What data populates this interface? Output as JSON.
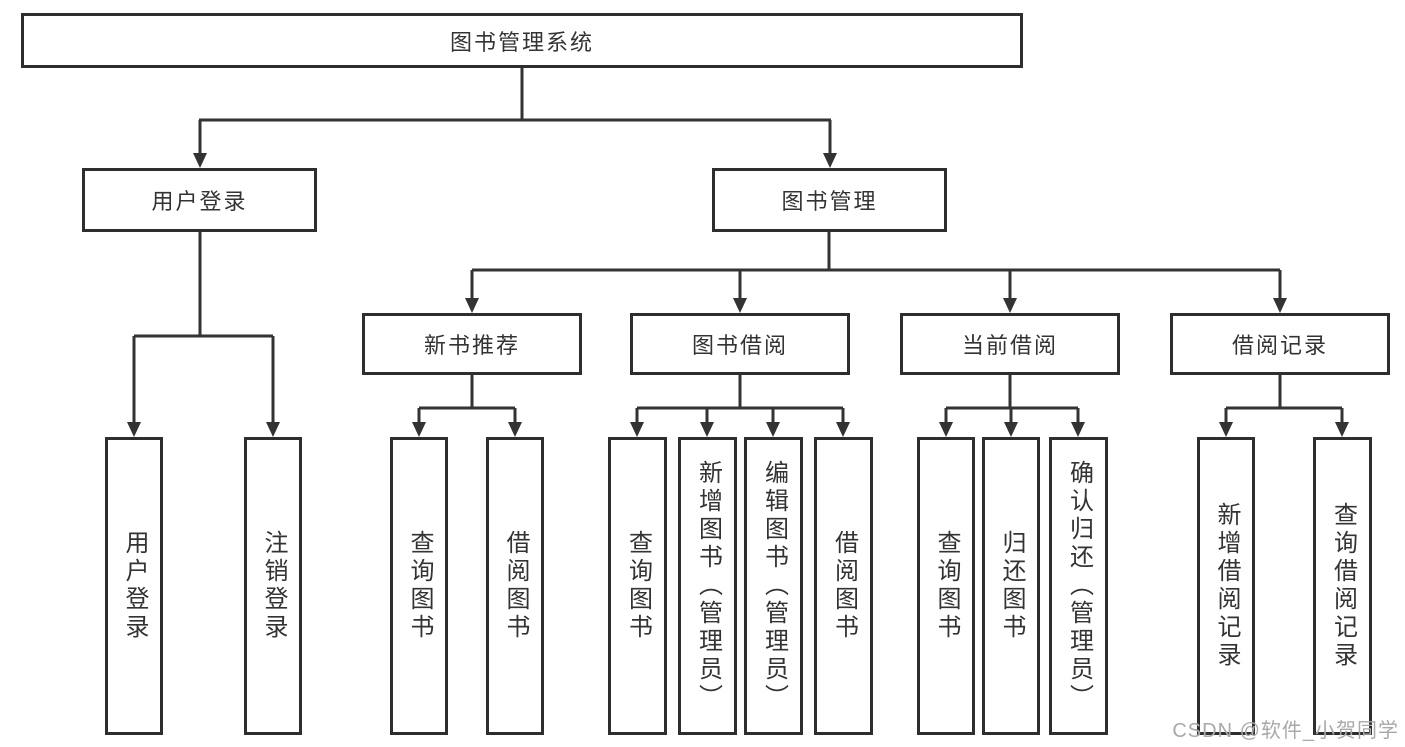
{
  "tree": {
    "label": "图书管理系统",
    "children": [
      {
        "label": "用户登录",
        "children": [
          {
            "label": "用户登录"
          },
          {
            "label": "注销登录"
          }
        ]
      },
      {
        "label": "图书管理",
        "children": [
          {
            "label": "新书推荐",
            "children": [
              {
                "label": "查询图书"
              },
              {
                "label": "借阅图书"
              }
            ]
          },
          {
            "label": "图书借阅",
            "children": [
              {
                "label": "查询图书"
              },
              {
                "label": "新增图书（管理员）"
              },
              {
                "label": "编辑图书（管理员）"
              },
              {
                "label": "借阅图书"
              }
            ]
          },
          {
            "label": "当前借阅",
            "children": [
              {
                "label": "查询图书"
              },
              {
                "label": "归还图书"
              },
              {
                "label": "确认归还（管理员）"
              }
            ]
          },
          {
            "label": "借阅记录",
            "children": [
              {
                "label": "新增借阅记录"
              },
              {
                "label": "查询借阅记录"
              }
            ]
          }
        ]
      }
    ]
  },
  "watermark": {
    "text": "CSDN @软件_小贺同学"
  },
  "colors": {
    "line": "#333333",
    "box_border": "#2e2e2e",
    "text": "#333333",
    "watermark": "#a9a9a9",
    "background": "#ffffff"
  }
}
